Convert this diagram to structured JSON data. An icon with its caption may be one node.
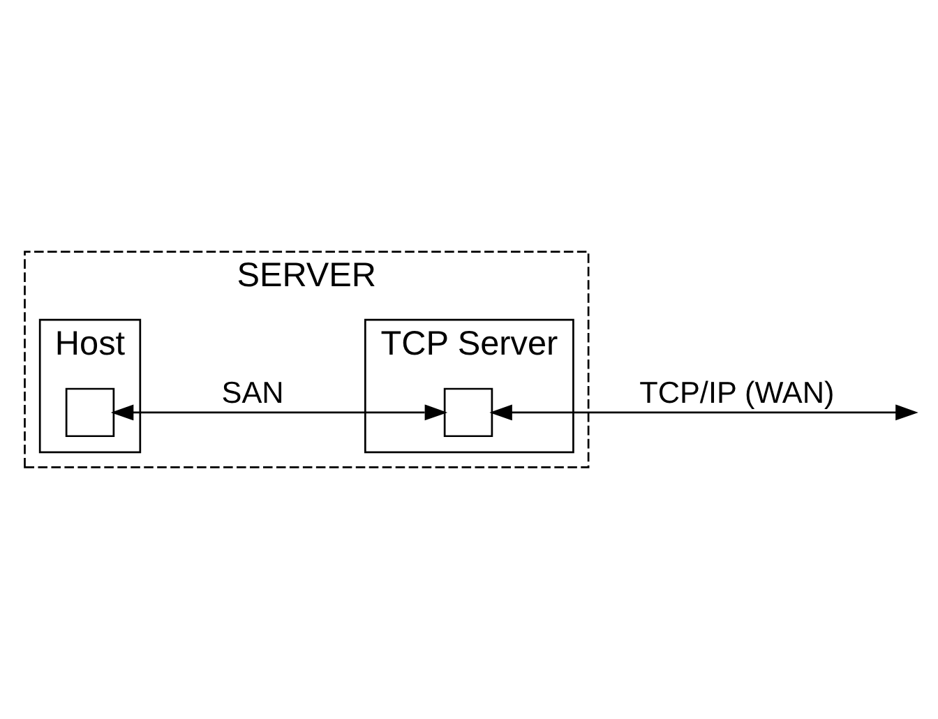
{
  "diagram": {
    "nodes": [
      {
        "text": [
          "SERVER"
        ]
      },
      {
        "text": [
          "Host"
        ],
        "in": 0
      },
      {
        "text": [
          "TCP Server"
        ],
        "in": 0
      },
      {
        "text": [],
        "shape": "box",
        "in": 1
      },
      {
        "text": [],
        "shape": "box",
        "in": 2
      }
    ],
    "edges": [
      {
        "from": 3,
        "to": 4,
        "arrow": "both",
        "label": "SAN"
      },
      {
        "from": 4,
        "to": null,
        "arrow": "both",
        "label": "TCP/IP (WAN)"
      }
    ]
  }
}
